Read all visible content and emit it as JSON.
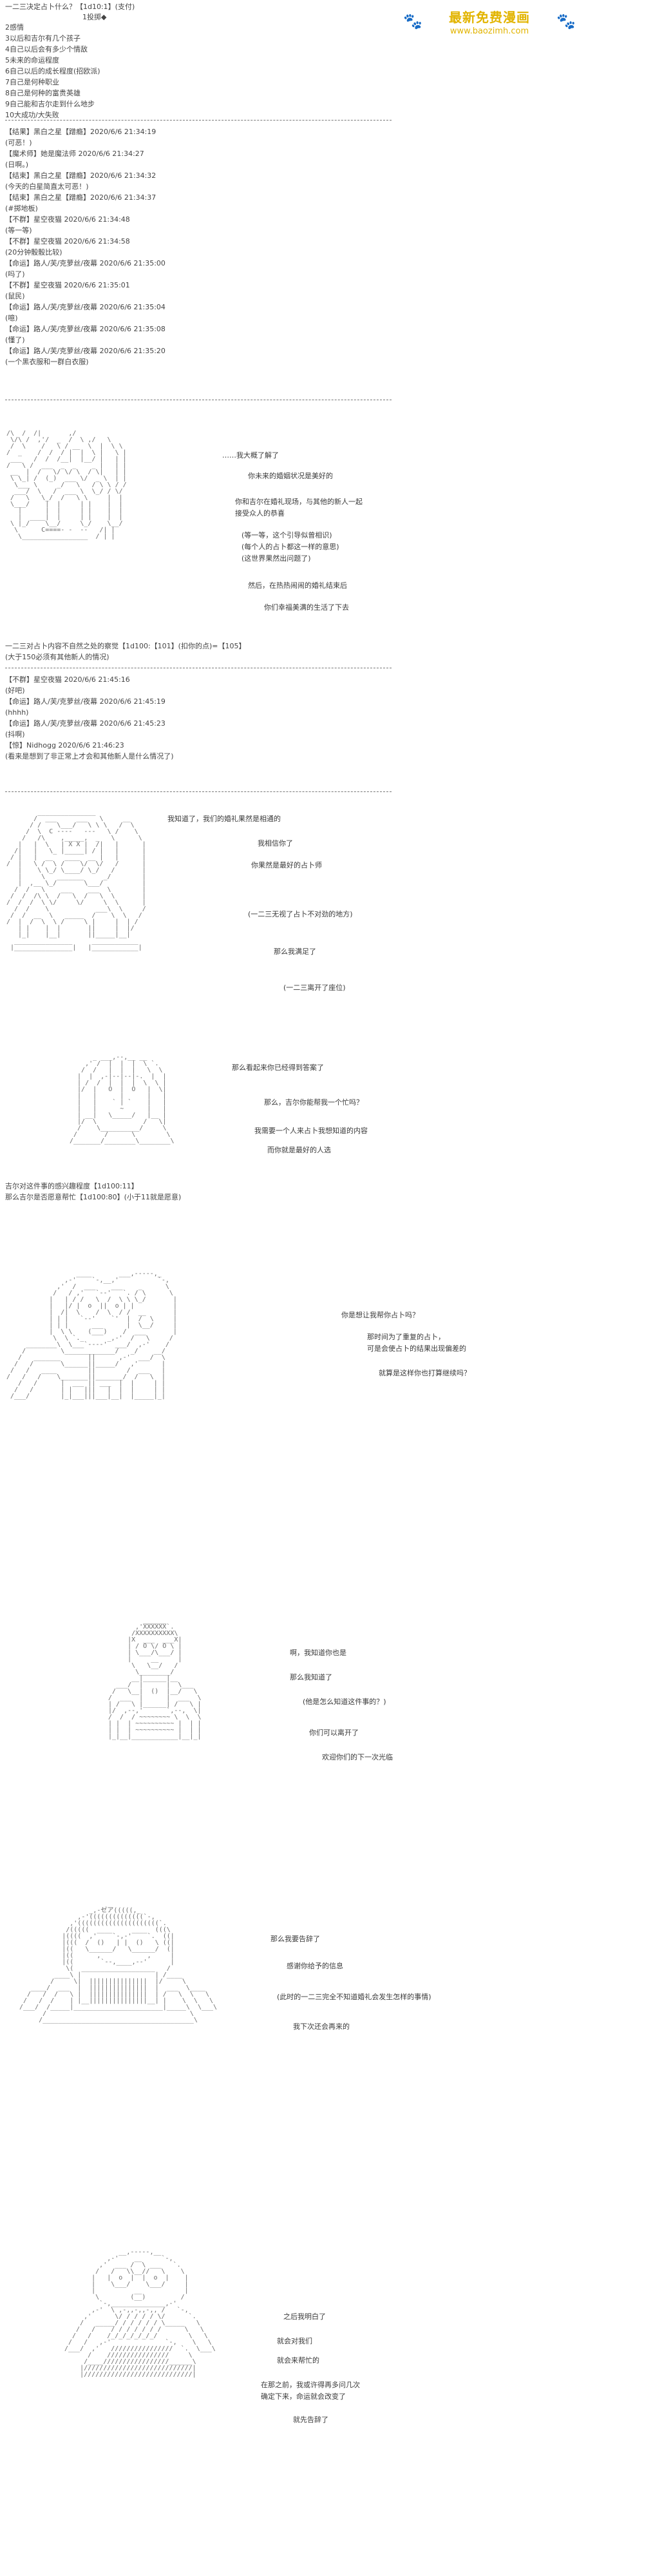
{
  "watermark": {
    "title": "最新免费漫画",
    "url": "www.baozimh.com"
  },
  "header": {
    "question": "一二三决定占卜什么？【1d10:1】(支付)",
    "sub": "1投掷◆",
    "options": "2感情\n3以后和吉尔有几个孩子\n4自己以后会有多少个情敌\n5未来的命运程度\n6自己以后的成长程度(招欧派)\n7自己是何种职业\n8自己是何种的富贵英雄\n9自己能和吉尔走到什么地步\n10大成功/大失败"
  },
  "log1": "【结果】黑白之星【蹭瘾】2020/6/6 21:34:19\n(可恶！)\n【魔术师】她是魔法师 2020/6/6 21:34:27\n(日啊。)\n【结束】黑白之星【蹭瘾】2020/6/6 21:34:32\n(今天的白星简直太可恶！)\n【结束】黑白之星【蹭瘾】2020/6/6 21:34:37\n(#掷地板)\n【不群】星空夜猫 2020/6/6 21:34:48\n(等一等)\n【不群】星空夜猫 2020/6/6 21:34:58\n(20分钟骰骰比较)\n【命运】路人/芙/克萝丝/夜幕 2020/6/6 21:35:00\n(吗了)\n【不群】星空夜猫 2020/6/6 21:35:01\n(鼠民)\n【命运】路人/芙/克萝丝/夜幕 2020/6/6 21:35:04\n(噫)\n【命运】路人/芙/克萝丝/夜幕 2020/6/6 21:35:08\n(懂了)\n【命运】路人/芙/克萝丝/夜幕 2020/6/6 21:35:20\n(一个黑衣服和一群白衣服)",
  "scene1": [
    "……我大概了解了",
    "你未来的婚姻状况是美好的",
    "你和吉尔在婚礼现场，与其他的新人一起\n接受众人的恭喜",
    "(等一等，这个引导似曾相识)\n(每个人的占卜都这一样的意思)\n(这世界果然出问题了)",
    "然后，在热热闹闹的婚礼结束后",
    "你们幸福美满的生活了下去"
  ],
  "roll2": "一二三对占卜内容不自然之处的察觉【1d100:【101】(扣你的点)=【105】\n(大于150必须有其他新人的情况)",
  "log2": "【不群】星空夜猫 2020/6/6 21:45:16\n(好吧)\n【命运】路人/芙/克萝丝/夜幕 2020/6/6 21:45:19\n(hhhh)\n【命运】路人/芙/克萝丝/夜幕 2020/6/6 21:45:23\n(抖啊)\n【惊】Nidhogg 2020/6/6 21:46:23\n(看来是想到了非正常上才会和其他新人是什么情况了)",
  "scene2": [
    "我知道了，我们的婚礼果然是相通的",
    "我相信你了",
    "你果然是最好的占卜师",
    "(一二三无视了占卜不对劲的地方)",
    "那么我满足了",
    "(一二三离开了座位)"
  ],
  "scene3": [
    "那么看起来你已经得到答案了",
    "那么，吉尔你能帮我一个忙吗？",
    "我需要一个人来占卜我想知道的内容",
    "而你就是最好的人选"
  ],
  "roll3": "吉尔对这件事的感兴趣程度【1d100:11】\n那么吉尔是否愿意帮忙【1d100:80】(小于11就是愿意)",
  "scene4": [
    "你是想让我帮你占卜吗？",
    "那时间为了重复的占卜，\n可是会使占卜的结果出现偏差的",
    "就算是这样你也打算继续吗？"
  ],
  "scene5": [
    "啊，我知道你也是",
    "那么我知道了",
    "(他是怎么知道这件事的？)",
    "你们可以离开了",
    "欢迎你们的下一次光临"
  ],
  "scene6": [
    "那么我要告辞了",
    "感谢你给予的信息",
    "(此时的一二三完全不知道婚礼会发生怎样的事情)",
    "我下次还会再来的"
  ],
  "scene7": [
    "之后我明白了",
    "就会对我们",
    "就会来帮忙的",
    "在那之前，我或许得再多问几次\n确定下来，命运就会改变了",
    "就先告辞了"
  ]
}
